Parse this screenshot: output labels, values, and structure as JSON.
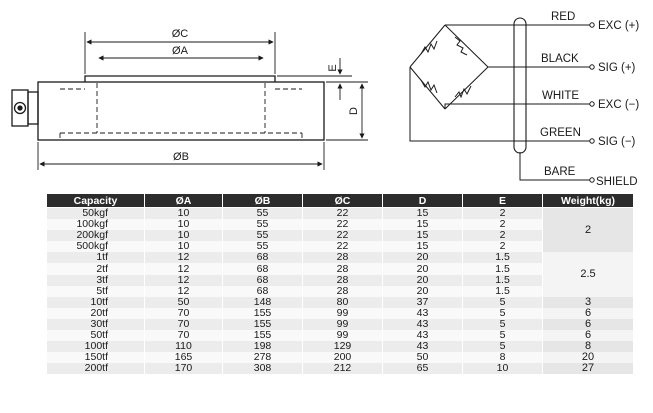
{
  "dimension_labels": {
    "dia_c": "ØC",
    "dia_a": "ØA",
    "dia_b": "ØB",
    "d": "D",
    "e": "E"
  },
  "wiring": [
    {
      "wire": "RED",
      "signal": "EXC (+)"
    },
    {
      "wire": "BLACK",
      "signal": "SIG (+)"
    },
    {
      "wire": "WHITE",
      "signal": "EXC (−)"
    },
    {
      "wire": "GREEN",
      "signal": "SIG (−)"
    },
    {
      "wire": "BARE",
      "signal": "SHIELD"
    }
  ],
  "table": {
    "headers": [
      "Capacity",
      "ØA",
      "ØB",
      "ØC",
      "D",
      "E",
      "Weight(kg)"
    ],
    "rows": [
      [
        "50kgf",
        "10",
        "55",
        "22",
        "15",
        "2"
      ],
      [
        "100kgf",
        "10",
        "55",
        "22",
        "15",
        "2"
      ],
      [
        "200kgf",
        "10",
        "55",
        "22",
        "15",
        "2"
      ],
      [
        "500kgf",
        "10",
        "55",
        "22",
        "15",
        "2"
      ],
      [
        "1tf",
        "12",
        "68",
        "28",
        "20",
        "1.5"
      ],
      [
        "2tf",
        "12",
        "68",
        "28",
        "20",
        "1.5"
      ],
      [
        "3tf",
        "12",
        "68",
        "28",
        "20",
        "1.5"
      ],
      [
        "5tf",
        "12",
        "68",
        "28",
        "20",
        "1.5"
      ],
      [
        "10tf",
        "50",
        "148",
        "80",
        "37",
        "5"
      ],
      [
        "20tf",
        "70",
        "155",
        "99",
        "43",
        "5"
      ],
      [
        "30tf",
        "70",
        "155",
        "99",
        "43",
        "5"
      ],
      [
        "50tf",
        "70",
        "155",
        "99",
        "43",
        "5"
      ],
      [
        "100tf",
        "110",
        "198",
        "129",
        "43",
        "5"
      ],
      [
        "150tf",
        "165",
        "278",
        "200",
        "50",
        "8"
      ],
      [
        "200tf",
        "170",
        "308",
        "212",
        "65",
        "10"
      ]
    ],
    "weights": [
      {
        "value": "2",
        "rows": 4
      },
      {
        "value": "2.5",
        "rows": 4
      },
      {
        "value": "3",
        "rows": 1
      },
      {
        "value": "6",
        "rows": 1
      },
      {
        "value": "6",
        "rows": 1
      },
      {
        "value": "6",
        "rows": 1
      },
      {
        "value": "8",
        "rows": 1
      },
      {
        "value": "20",
        "rows": 1
      },
      {
        "value": "27",
        "rows": 1
      }
    ]
  }
}
